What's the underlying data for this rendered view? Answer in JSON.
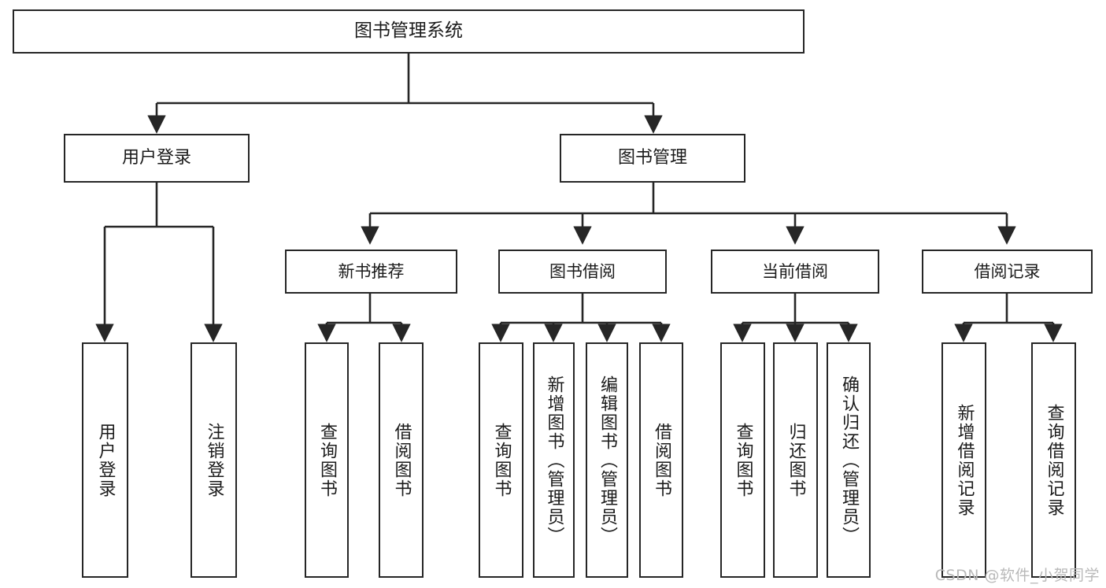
{
  "diagram": {
    "title": "图书管理系统",
    "type": "tree-hierarchy",
    "watermark": "CSDN @软件_小贺同学",
    "colors": {
      "stroke": "#262626",
      "fill": "#ffffff",
      "text": "#1b1b1b",
      "watermark": "#b9b9b9"
    },
    "nodes": {
      "root": {
        "label": "图书管理系统"
      },
      "level2": [
        {
          "id": "user-login",
          "label": "用户登录"
        },
        {
          "id": "book-management",
          "label": "图书管理"
        }
      ],
      "level3": [
        {
          "id": "new-book-recommend",
          "label": "新书推荐"
        },
        {
          "id": "book-borrow",
          "label": "图书借阅"
        },
        {
          "id": "current-borrow",
          "label": "当前借阅"
        },
        {
          "id": "borrow-record",
          "label": "借阅记录"
        }
      ],
      "leaves": {
        "user-login": [
          {
            "id": "leaf-user-login",
            "label": "用户登录"
          },
          {
            "id": "leaf-logout-login",
            "label": "注销登录"
          }
        ],
        "new-book-recommend": [
          {
            "id": "leaf-query-book-1",
            "label": "查询图书"
          },
          {
            "id": "leaf-borrow-book-1",
            "label": "借阅图书"
          }
        ],
        "book-borrow": [
          {
            "id": "leaf-query-book-2",
            "label": "查询图书"
          },
          {
            "id": "leaf-add-book-admin",
            "label": "新增图书（管理员）"
          },
          {
            "id": "leaf-edit-book-admin",
            "label": "编辑图书（管理员）"
          },
          {
            "id": "leaf-borrow-book-2",
            "label": "借阅图书"
          }
        ],
        "current-borrow": [
          {
            "id": "leaf-query-book-3",
            "label": "查询图书"
          },
          {
            "id": "leaf-return-book",
            "label": "归还图书"
          },
          {
            "id": "leaf-confirm-return-admin",
            "label": "确认归还（管理员）"
          }
        ],
        "borrow-record": [
          {
            "id": "leaf-add-borrow-record",
            "label": "新增借阅记录"
          },
          {
            "id": "leaf-query-borrow-record",
            "label": "查询借阅记录"
          }
        ]
      }
    }
  }
}
